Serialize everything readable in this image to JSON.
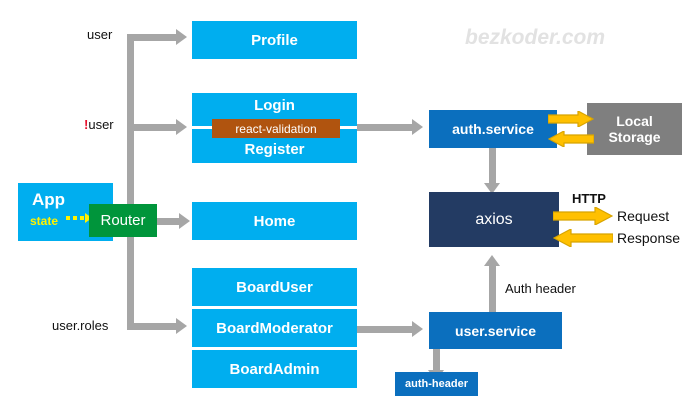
{
  "watermark": "bezkoder.com",
  "edge_labels": {
    "user": "user",
    "not_user_bang": "!",
    "not_user": "user",
    "user_roles": "user.roles",
    "state": "state",
    "auth_header": "Auth header",
    "http": "HTTP",
    "request": "Request",
    "response": "Response"
  },
  "nodes": {
    "app": "App",
    "router": "Router",
    "profile": "Profile",
    "login": "Login",
    "react_validation": "react-validation",
    "register": "Register",
    "home": "Home",
    "board_user": "BoardUser",
    "board_moderator": "BoardModerator",
    "board_admin": "BoardAdmin",
    "auth_service": "auth.service",
    "local_storage_line1": "Local",
    "local_storage_line2": "Storage",
    "axios": "axios",
    "user_service": "user.service",
    "auth_header_box": "auth-header"
  },
  "colors": {
    "component_cyan": "#00AEEF",
    "service_blue": "#0B6FBE",
    "axios_navy": "#233B63",
    "storage_grey": "#7F7F7F",
    "router_green": "#00953B",
    "validation_brown": "#B0540F",
    "connector_grey": "#A6A6A6",
    "http_yellow": "#FFC000",
    "state_yellow": "#FFF200",
    "bang_red": "#E8112D",
    "watermark_grey": "#E2E2E2"
  }
}
